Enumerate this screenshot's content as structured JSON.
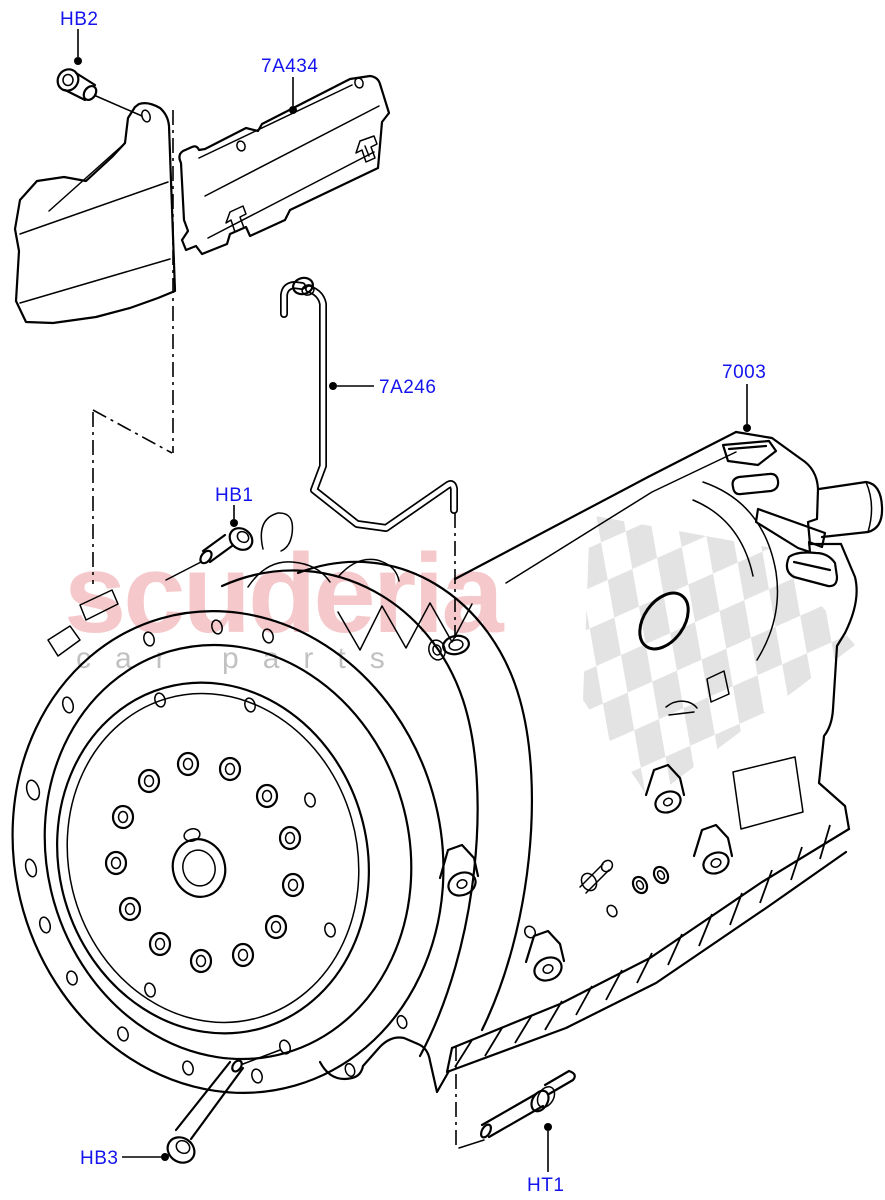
{
  "callouts": {
    "hb2": {
      "code": "HB2"
    },
    "shield": {
      "code": "7A434"
    },
    "pipe": {
      "code": "7A246"
    },
    "transmission": {
      "code": "7003"
    },
    "hb1": {
      "code": "HB1"
    },
    "hb3": {
      "code": "HB3"
    },
    "ht1": {
      "code": "HT1"
    }
  },
  "watermark": {
    "brand": "scuderia",
    "tagline": "car parts"
  },
  "colors": {
    "background": "#ffffff",
    "line_art": "#000000",
    "callout_text": "#1414EE",
    "watermark_brand": "#E25B60",
    "watermark_tagline": "#9C9C9C",
    "checker": "#DCDCDC"
  }
}
